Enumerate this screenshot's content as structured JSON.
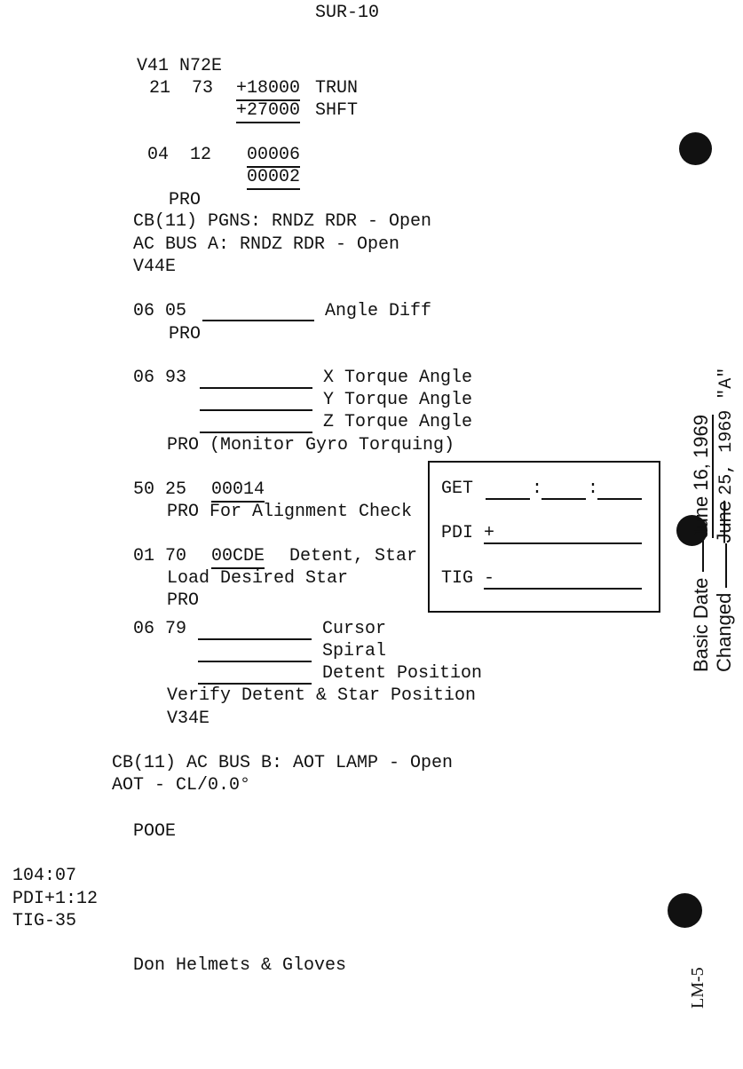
{
  "header": {
    "page_id": "SUR-10"
  },
  "steps": {
    "v41": "V41 N72E",
    "n21_73": "21  73",
    "trun_val": "+18000",
    "trun": "TRUN",
    "shft_val": "+27000",
    "shft": "SHFT",
    "n04_12": "04  12",
    "v1": "00006",
    "v2": "00002",
    "pro1": "PRO",
    "cb_pgns": "CB(11) PGNS: RNDZ RDR - Open",
    "acbus_a": "AC BUS A: RNDZ RDR - Open",
    "v44e": "V44E",
    "n06_05": "06 05",
    "angle_diff": "Angle Diff",
    "pro2": "PRO",
    "n06_93": "06 93",
    "x_torque": "X Torque Angle",
    "y_torque": "Y Torque Angle",
    "z_torque": "Z Torque Angle",
    "pro_monitor": "PRO (Monitor Gyro Torquing)",
    "n50_25": "50 25",
    "v00014": "00014",
    "pro_align": "PRO For Alignment Check",
    "n01_70": "01 70",
    "v00cde": "00CDE",
    "detent_star": "Detent, Star",
    "load_star": "Load Desired Star",
    "pro3": "PRO",
    "n06_79": "06 79",
    "cursor": "Cursor",
    "spiral": "Spiral",
    "detent_pos": "Detent Position",
    "verify": "Verify Detent & Star Position",
    "v34e": "V34E",
    "cb_aot": "CB(11) AC BUS B: AOT LAMP - Open",
    "aot": "AOT - CL/0.0°",
    "pooe": "POOE",
    "get_time": "104:07",
    "pdi_time": "PDI+1:12",
    "tig_time": "TIG-35",
    "helmets": "Don Helmets & Gloves"
  },
  "timebox": {
    "get": "GET",
    "colon": ":",
    "pdi": "PDI +",
    "tig": "TIG -"
  },
  "margin": {
    "basic_label": "Basic Date",
    "basic_date": "June 16, 1969",
    "changed_label": "Changed",
    "changed_struck": "June",
    "changed_date": "25, 1969 \"A\"",
    "page_code": "LM-5"
  }
}
